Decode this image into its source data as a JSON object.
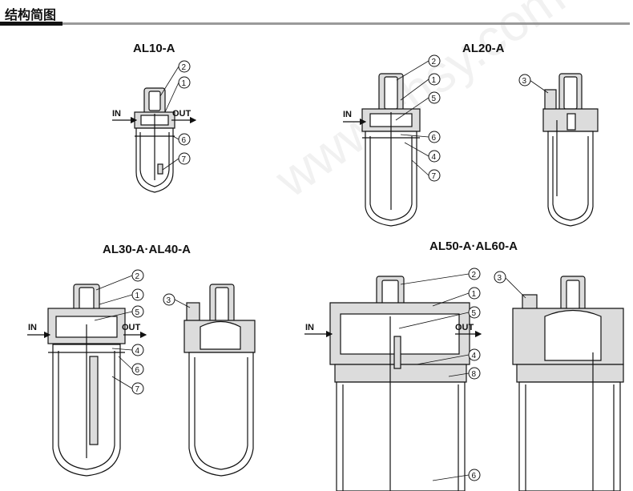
{
  "header": {
    "title": "结构简图"
  },
  "watermark": "www.ehsy.com",
  "models": {
    "al10": "AL10-A",
    "al20": "AL20-A",
    "al30_40": "AL30-A·AL40-A",
    "al50_60": "AL50-A·AL60-A"
  },
  "flow": {
    "in": "IN",
    "out": "OUT"
  },
  "callouts": [
    "1",
    "2",
    "3",
    "4",
    "5",
    "6",
    "7",
    "8"
  ],
  "colors": {
    "body_fill": "#dcdcdc",
    "line": "#111111",
    "rule_gray": "#9a9a9a"
  }
}
